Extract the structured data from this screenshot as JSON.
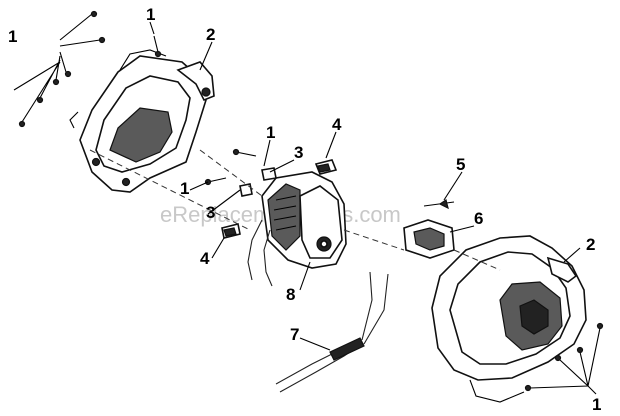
{
  "watermark": "eReplacementParts.com",
  "callouts": {
    "c1_top_left": "1",
    "c1_top": "1",
    "c2_left": "2",
    "c1_mid_upper": "1",
    "c4_upper": "4",
    "c3_upper": "3",
    "c1_mid_lower": "1",
    "c3_lower": "3",
    "c4_lower": "4",
    "c8": "8",
    "c5": "5",
    "c6": "6",
    "c2_right": "2",
    "c7": "7",
    "c1_bottom_right": "1"
  },
  "parts": {
    "1": "screw-icon",
    "2": "housing-icon",
    "3": "clip-icon",
    "4": "brush-icon",
    "5": "spring-icon",
    "6": "switch-icon",
    "7": "cord-icon",
    "8": "motor-icon"
  }
}
